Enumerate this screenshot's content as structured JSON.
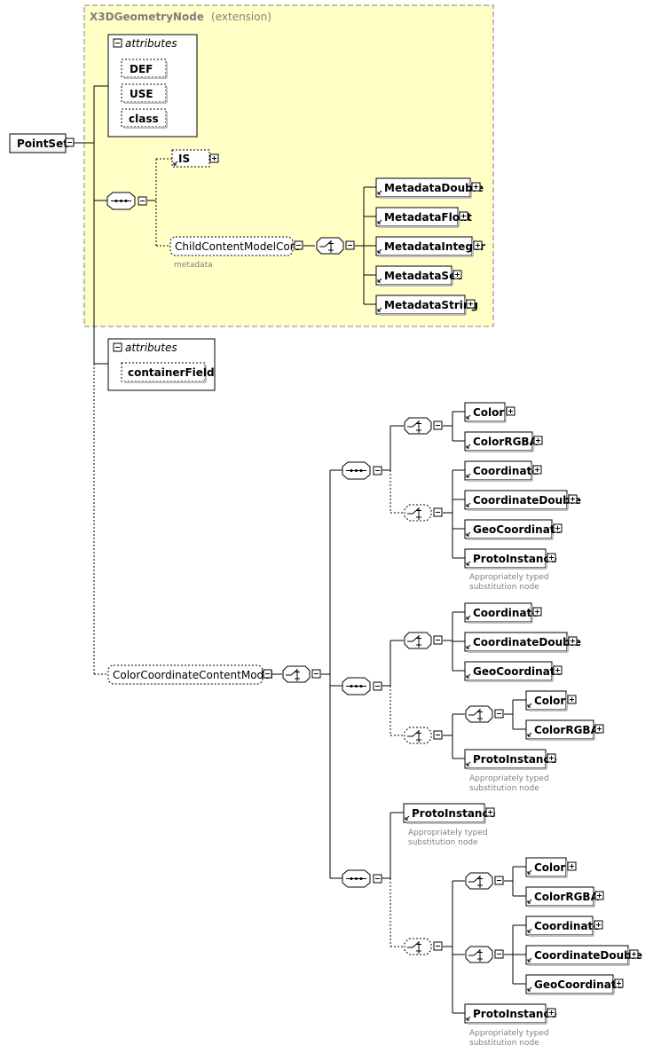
{
  "extension": {
    "name": "X3DGeometryNode",
    "suffix": "(extension)",
    "attributes_label": "attributes",
    "attributes": [
      "DEF",
      "USE",
      "class"
    ],
    "is_element": "IS",
    "child_content_model": "ChildContentModelCore",
    "child_content_model_note": "metadata",
    "metadata_elements": [
      "MetadataDouble",
      "MetadataFloat",
      "MetadataInteger",
      "MetadataSet",
      "MetadataString"
    ]
  },
  "root": {
    "name": "PointSet"
  },
  "own_attributes": {
    "label": "attributes",
    "items": [
      "containerField"
    ]
  },
  "content_model": {
    "name": "ColorCoordinateContentModel",
    "labels": {
      "color": "Color",
      "color_rgba": "ColorRGBA",
      "coordinate": "Coordinate",
      "coordinate_double": "CoordinateDouble",
      "geo_coordinate": "GeoCoordinate",
      "proto_instance": "ProtoInstance",
      "proto_note_line1": "Appropriately typed",
      "proto_note_line2": "substitution node"
    }
  },
  "colors": {
    "extension_fill": "#ffffc6",
    "extension_border": "#7f7f7f",
    "note_text": "#7f7f7f",
    "line": "#000000"
  }
}
